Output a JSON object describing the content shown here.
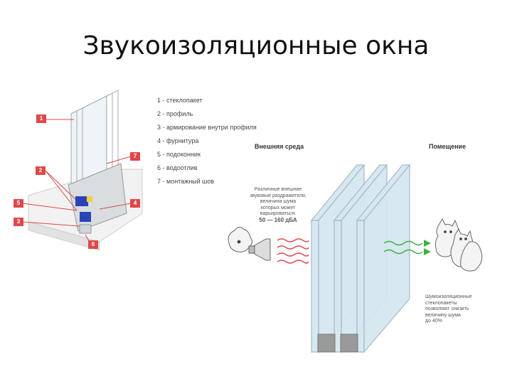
{
  "title": "Звукоизоляционные окна",
  "legend": [
    "1 - стеклопакет",
    "2 - профиль",
    "3 - армирование внутри профиля",
    "4 - фурнитура",
    "5 - подоконник",
    "6 - водоотлив",
    "7 - монтажный шов"
  ],
  "badges": [
    "1",
    "7",
    "2",
    "5",
    "4",
    "3",
    "6"
  ],
  "right_diagram": {
    "outer_label": "Внешняя среда",
    "room_label": "Помещение",
    "noise_text": [
      "Различные внешние",
      "звуковые раздражители,",
      "величина шума",
      "которых может",
      "варьироваться:"
    ],
    "noise_value": "50 — 160 дБА",
    "reduction_text": [
      "Шумоизоляционные",
      "стеклопакеты",
      "позволяют снизить",
      "величину шума",
      "до 40%"
    ]
  },
  "colors": {
    "badge": "#e04848",
    "glass": "#cfe3ee",
    "waves": "#e04848",
    "green_waves": "#3cb043"
  }
}
